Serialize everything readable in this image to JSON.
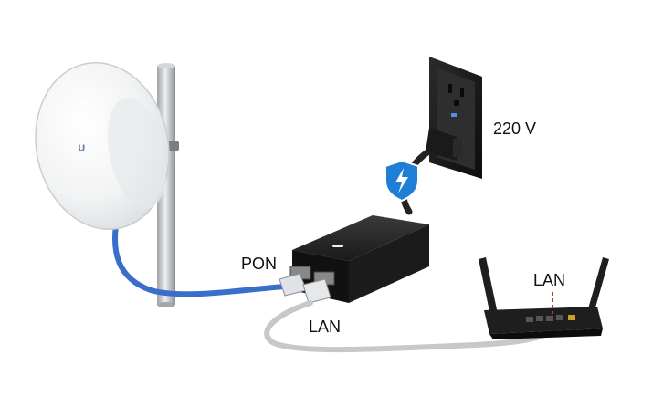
{
  "labels": {
    "voltage": "220 V",
    "pon_port": "PON",
    "lan_port_injector": "LAN",
    "lan_port_router": "LAN"
  },
  "icons": {
    "dish_logo": "ubiquiti-u-logo",
    "power_badge": "lightning-bolt-shield-icon"
  },
  "colors": {
    "pon_cable": "#3a6fc9",
    "lan_cable": "#c8c8c8",
    "power_cable": "#222222",
    "poe_body": "#1b1b1b",
    "router_body": "#1e1e1e",
    "shield": "#1f7fd6",
    "marker_red": "#c0392b"
  }
}
